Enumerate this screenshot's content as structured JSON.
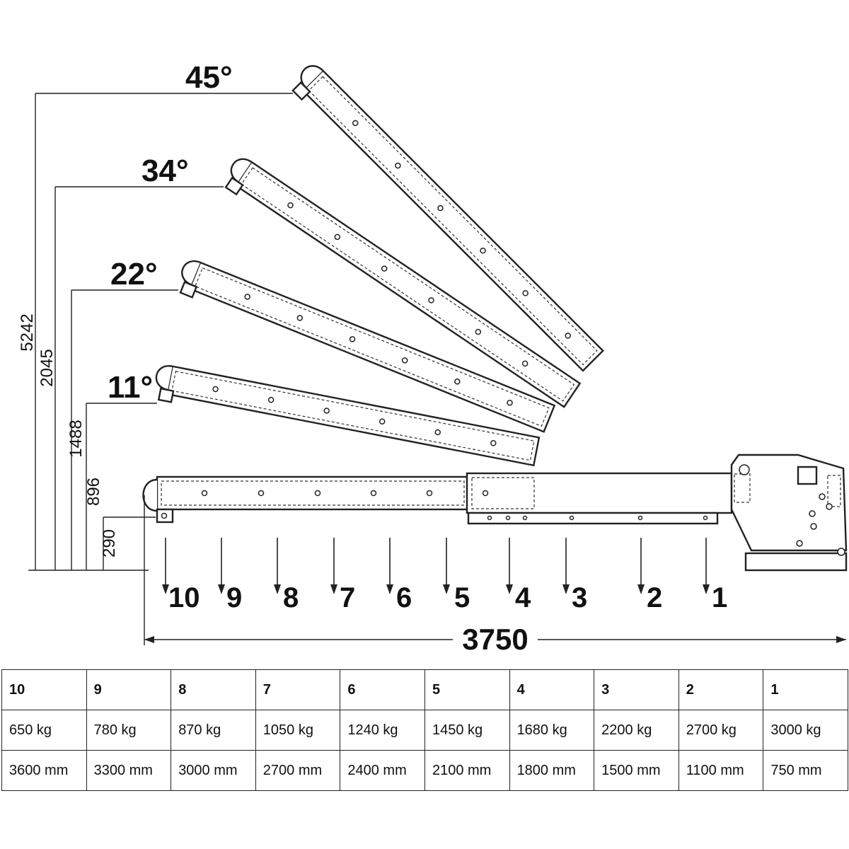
{
  "angles": [
    {
      "label": "45°",
      "deg": 45
    },
    {
      "label": "34°",
      "deg": 34
    },
    {
      "label": "22°",
      "deg": 22
    },
    {
      "label": "11°",
      "deg": 11
    }
  ],
  "heights": [
    "5242",
    "2045",
    "1488",
    "896",
    "290"
  ],
  "positions": [
    "10",
    "9",
    "8",
    "7",
    "6",
    "5",
    "4",
    "3",
    "2",
    "1"
  ],
  "total_length": "3750",
  "table": {
    "positions": [
      "10",
      "9",
      "8",
      "7",
      "6",
      "5",
      "4",
      "3",
      "2",
      "1"
    ],
    "loads": [
      "650 kg",
      "780 kg",
      "870 kg",
      "1050 kg",
      "1240 kg",
      "1450 kg",
      "1680 kg",
      "2200 kg",
      "2700 kg",
      "3000 kg"
    ],
    "reaches": [
      "3600 mm",
      "3300 mm",
      "3000 mm",
      "2700 mm",
      "2400 mm",
      "2100 mm",
      "1800 mm",
      "1500 mm",
      "1100 mm",
      "750 mm"
    ]
  }
}
